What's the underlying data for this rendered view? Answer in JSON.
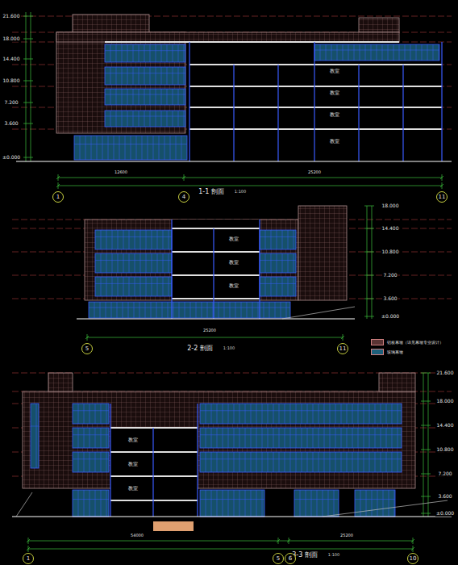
{
  "diagram": {
    "nodes": [
      {
        "text": [
          "1"
        ]
      },
      {
        "text": [
          "4"
        ]
      },
      {
        "text": [
          "11"
        ]
      },
      {
        "text": [
          "5"
        ]
      },
      {
        "text": [
          "11"
        ]
      },
      {
        "text": [
          "1"
        ]
      },
      {
        "text": [
          "5"
        ]
      },
      {
        "text": [
          "6"
        ]
      },
      {
        "text": [
          "10"
        ]
      }
    ],
    "labels": [
      "1-1 剖面",
      "1:100",
      "12600",
      "25200",
      "21.600",
      "18.000",
      "14.400",
      "10.800",
      "7.200",
      "3.600",
      "±0.000",
      "教室",
      "教室",
      "教室",
      "教室",
      "2-2 剖面",
      "1:100",
      "25200",
      "教室",
      "教室",
      "教室",
      "18.000",
      "14.400",
      "10.800",
      "7.200",
      "3.600",
      "±0.000",
      "3-3 剖面",
      "1:100",
      "54000",
      "25200",
      "教室",
      "教室",
      "教室",
      "21.600",
      "18.000",
      "14.400",
      "10.800",
      "7.200",
      "3.600",
      "±0.000"
    ],
    "legend": [
      {
        "text": "铝板幕墙（详见幕墙专业设计）",
        "color": "#5a3434"
      },
      {
        "text": "玻璃幕墙",
        "color": "#1d5f7a"
      }
    ]
  }
}
